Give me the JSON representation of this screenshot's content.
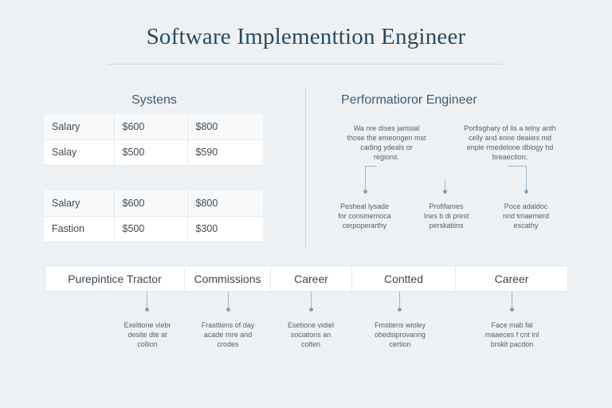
{
  "title": "Software Implementtion Engineer",
  "left": {
    "heading": "Systens",
    "table1": [
      [
        "Salary",
        "$600",
        "$800"
      ],
      [
        "Salay",
        "$500",
        "$590"
      ]
    ],
    "table2": [
      [
        "Salary",
        "$600",
        "$800"
      ],
      [
        "Fastion",
        "$500",
        "$300"
      ]
    ]
  },
  "right": {
    "heading": "Performatioror Engineer",
    "top_notes": [
      "Wa nre dises jamsial\nthose the emeongen mst\ncading ydeals or\nregions.",
      "Porfisghary of lis a telny anth\ncelly and enne deaiies md\nenple rmedelone dbiogy hd\nbreaection."
    ],
    "bottom_notes": [
      "Pesheal lysade\nfor consmemoca\ncerpoperarthy",
      "Profifames\nInes b di prest\nperskatiins",
      "Poce adaldoc\nnnd tmaemerd\nescathy"
    ]
  },
  "bottom_bar": {
    "cells": [
      "Purepintice Tractor",
      "Commissions",
      "Career",
      "Contted",
      "Career"
    ],
    "notes": [
      "Exeltione viebr\ndesite dte at\ncollion",
      "Frasttiens of day\nacade rnre and\ncrodes",
      "Esetione vidiel\nsociatons an\ncolten",
      "Fmstiens wioley\nobedsiprovanng\ncertion",
      "Face mab fal\nmaaeces f cnt inl\nbrskit pacdon"
    ]
  }
}
